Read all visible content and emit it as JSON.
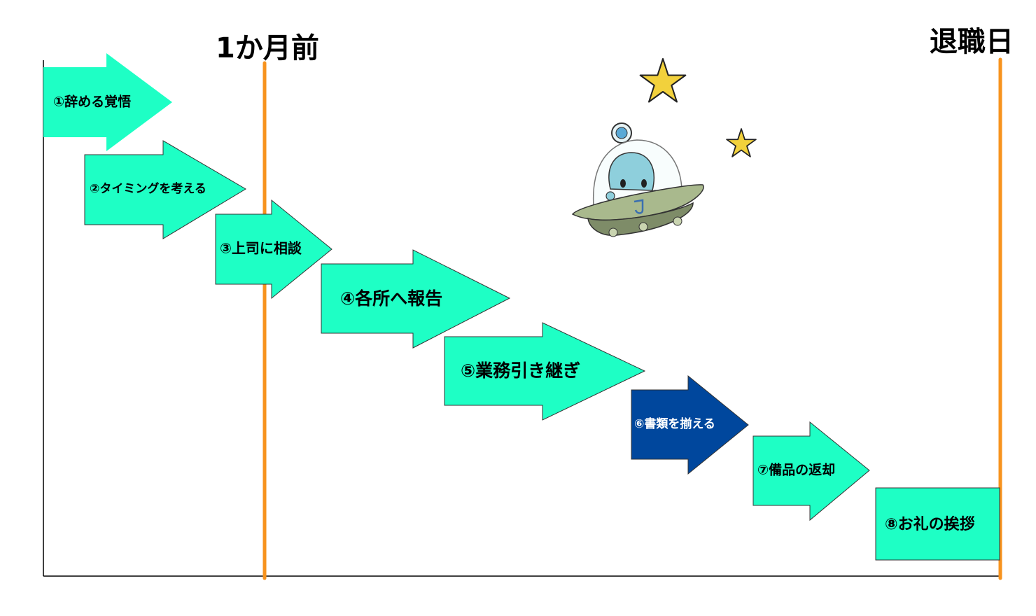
{
  "header": {
    "one_month_before": "1か月前",
    "retirement_day": "退職日"
  },
  "steps": [
    {
      "label": "①辞める覚悟",
      "fill": "#1effc5",
      "text_color": "#000000"
    },
    {
      "label": "②タイミングを考える",
      "fill": "#1effc5",
      "text_color": "#000000"
    },
    {
      "label": "③上司に相談",
      "fill": "#1effc5",
      "text_color": "#000000"
    },
    {
      "label": "④各所へ報告",
      "fill": "#1effc5",
      "text_color": "#000000"
    },
    {
      "label": "⑤業務引き継ぎ",
      "fill": "#1effc5",
      "text_color": "#000000"
    },
    {
      "label": "⑥書類を揃える",
      "fill": "#00479d",
      "text_color": "#ffffff"
    },
    {
      "label": "⑦備品の返却",
      "fill": "#1effc5",
      "text_color": "#000000"
    },
    {
      "label": "⑧お礼の挨拶",
      "fill": "#1effc5",
      "text_color": "#000000"
    }
  ],
  "colors": {
    "marker_line": "#f7931e",
    "axis": "#000000",
    "star": "#f2d13c",
    "ufo_body": "#8c9c73",
    "alien": "#8ecfdc"
  },
  "icons": [
    "star-icon",
    "ufo-alien-illustration"
  ]
}
